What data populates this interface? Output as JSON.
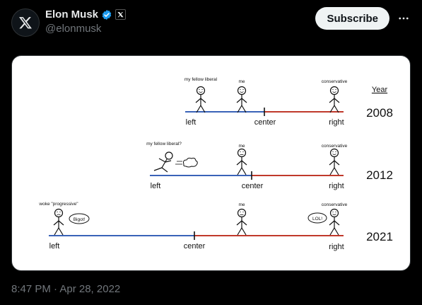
{
  "user": {
    "name": "Elon Musk",
    "handle": "@elonmusk"
  },
  "actions": {
    "subscribe_label": "Subscribe"
  },
  "icons": {
    "avatar": "x-logo-icon",
    "verified": "verified-badge-icon",
    "affiliation": "x-affiliate-badge-icon",
    "more": "more-icon"
  },
  "colors": {
    "verified": "#1d9bf0",
    "left_line": "#3a63b8",
    "right_line": "#c0392b"
  },
  "meme": {
    "year_header": "Year",
    "rows": [
      {
        "year": "2008",
        "left_label": "left",
        "center_label": "center",
        "right_label": "right",
        "figure_left_label": "my fellow liberal",
        "figure_me_label": "me",
        "figure_right_label": "conservative"
      },
      {
        "year": "2012",
        "left_label": "left",
        "center_label": "center",
        "right_label": "right",
        "figure_left_label": "my fellow liberal?",
        "figure_me_label": "me",
        "figure_right_label": "conservative"
      },
      {
        "year": "2021",
        "left_label": "left",
        "center_label": "center",
        "right_label": "right",
        "figure_left_label": "woke \"progressive\"",
        "figure_me_label": "me",
        "figure_right_label": "conservative",
        "bubble_left": "Bigot!",
        "bubble_right": "LOL!"
      }
    ]
  },
  "timestamp": "8:47 PM · Apr 28, 2022"
}
